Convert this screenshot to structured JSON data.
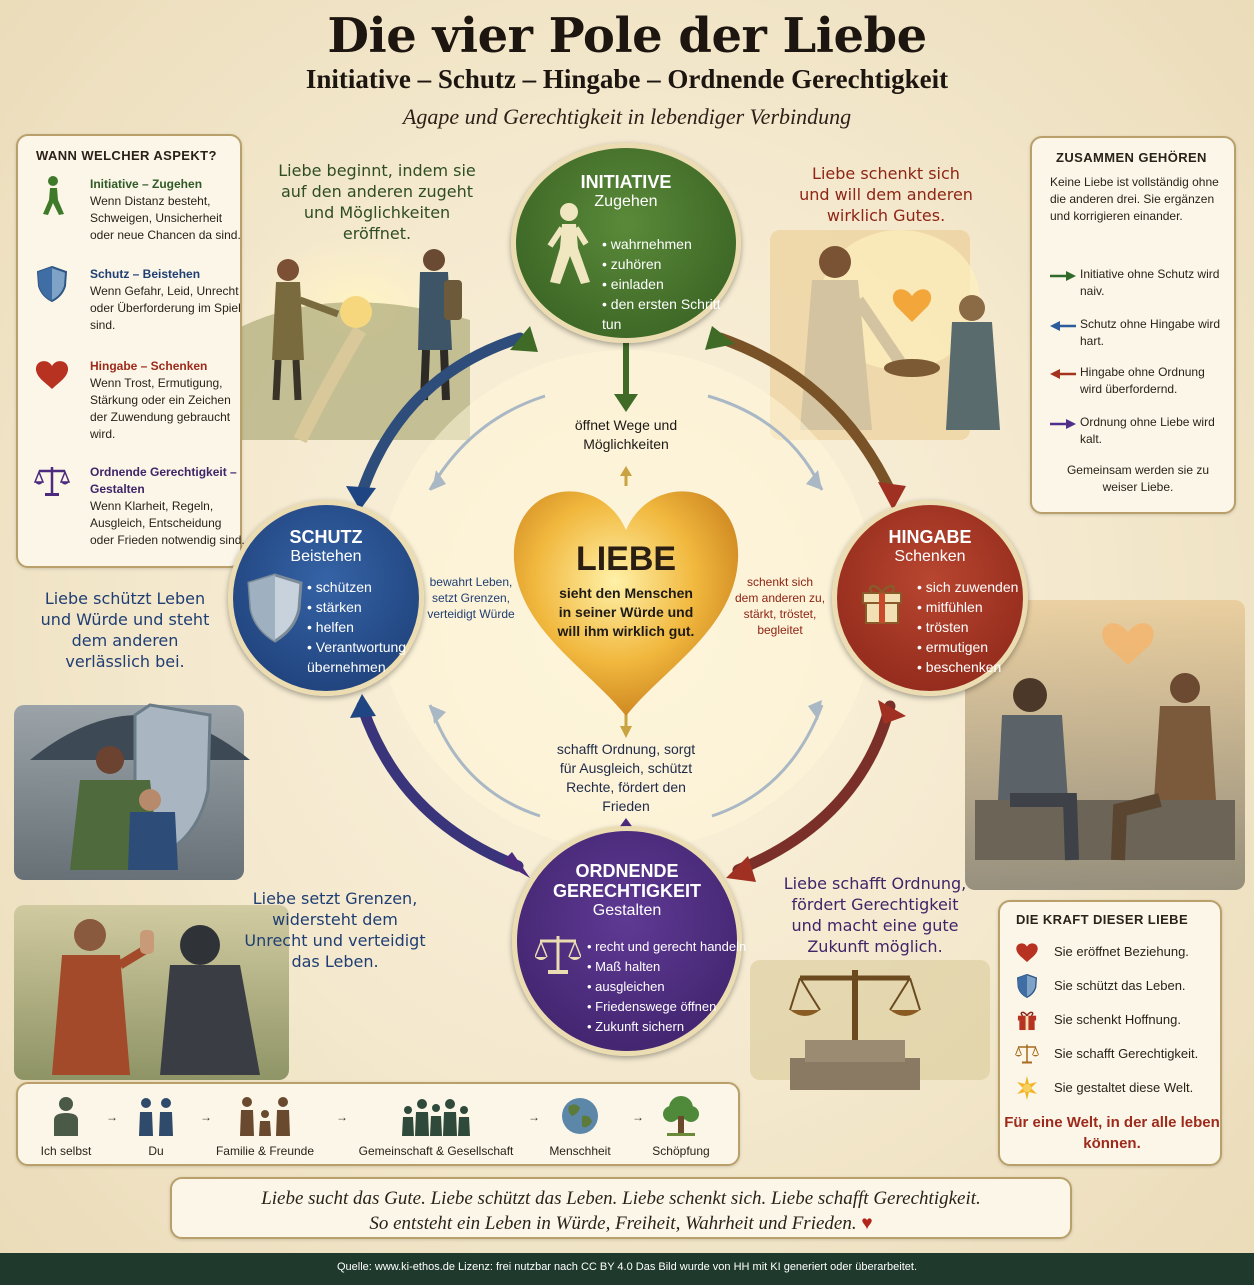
{
  "header": {
    "title": "Die vier Pole der Liebe",
    "subtitle": "Initiative – Schutz – Hingabe – Ordnende Gerechtigkeit",
    "tagline": "Agape und Gerechtigkeit in lebendiger Verbindung"
  },
  "left_panel": {
    "title": "WANN WELCHER ASPEKT?",
    "items": [
      {
        "icon": "walking-person-icon",
        "head": "Initiative – Zugehen",
        "text": "Wenn Distanz besteht, Schweigen, Unsicherheit oder neue Chancen da sind.",
        "color": "#2f5a25"
      },
      {
        "icon": "shield-icon",
        "head": "Schutz – Beistehen",
        "text": "Wenn Gefahr, Leid, Unrecht oder Überforderung im Spiel sind.",
        "color": "#1f3e73"
      },
      {
        "icon": "heart-icon",
        "head": "Hingabe – Schenken",
        "text": "Wenn Trost, Ermutigung, Stärkung oder ein Zeichen der Zuwendung gebraucht wird.",
        "color": "#9d2a1a"
      },
      {
        "icon": "scales-icon",
        "head": "Ordnende Gerechtigkeit – Gestalten",
        "text": "Wenn Klarheit, Regeln, Ausgleich, Entscheidung oder Frieden notwendig sind.",
        "color": "#3f2468"
      }
    ]
  },
  "right_panel": {
    "title": "ZUSAMMEN GEHÖREN",
    "intro": "Keine Liebe ist vollständig ohne die anderen drei. Sie ergänzen und korrigieren einander.",
    "rules": [
      {
        "text": "Initiative ohne Schutz wird naiv.",
        "color": "#2f6a2a"
      },
      {
        "text": "Schutz ohne Hingabe wird hart.",
        "color": "#2b5b9a"
      },
      {
        "text": "Hingabe ohne Ordnung wird überfordernd.",
        "color": "#a3321f"
      },
      {
        "text": "Ordnung ohne Liebe wird kalt.",
        "color": "#4f2f8a"
      }
    ],
    "closing": "Gemeinsam werden sie zu weiser Liebe."
  },
  "scenes": {
    "initiative_caption": "Liebe beginnt, indem sie auf den anderen zugeht und Möglichkeiten eröffnet.",
    "hingabe_caption": "Liebe schenkt sich und will dem anderen wirklich Gutes.",
    "schutz_caption": "Liebe schützt Leben und Würde und steht dem anderen verlässlich bei.",
    "grenzen_caption": "Liebe setzt Grenzen, widersteht dem Unrecht und verteidigt das Leben.",
    "ordnung_caption": "Liebe schafft Ordnung, fördert Gerechtigkeit und macht eine gute Zukunft möglich."
  },
  "nodes": {
    "initiative": {
      "name": "INITIATIVE",
      "sub": "Zugehen",
      "items": [
        "wahrnehmen",
        "zuhören",
        "einladen",
        "den ersten Schritt tun"
      ],
      "color": "#3f6b27"
    },
    "schutz": {
      "name": "SCHUTZ",
      "sub": "Beistehen",
      "items": [
        "schützen",
        "stärken",
        "helfen",
        "Verantwortung übernehmen"
      ],
      "color": "#1f4583"
    },
    "hingabe": {
      "name": "HINGABE",
      "sub": "Schenken",
      "items": [
        "sich zuwenden",
        "mitfühlen",
        "trösten",
        "ermutigen",
        "beschenken"
      ],
      "color": "#a03021"
    },
    "ordnung": {
      "name": "ORDNENDE GERECHTIGKEIT",
      "name_line1": "ORDNENDE",
      "name_line2": "GERECHTIGKEIT",
      "sub": "Gestalten",
      "items": [
        "recht und gerecht handeln",
        "Maß halten",
        "ausgleichen",
        "Friedenswege öffnen",
        "Zukunft sichern"
      ],
      "color": "#4c2a7e"
    }
  },
  "center": {
    "title": "LIEBE",
    "text": "sieht den Menschen in seiner Würde und will ihm wirklich gut.",
    "top_label": "öffnet Wege und Möglichkeiten",
    "left_label": "bewahrt Leben, setzt Grenzen, verteidigt Würde",
    "right_label": "schenkt sich dem anderen zu, stärkt, tröstet, begleitet",
    "bottom_label": "schafft Ordnung, sorgt für Ausgleich, schützt Rechte, fördert den Frieden"
  },
  "kraft_panel": {
    "title": "DIE KRAFT DIESER LIEBE",
    "items": [
      {
        "icon": "heart-icon",
        "text": "Sie eröffnet Beziehung."
      },
      {
        "icon": "shield-icon",
        "text": "Sie schützt das Leben."
      },
      {
        "icon": "gift-icon",
        "text": "Sie schenkt Hoffnung."
      },
      {
        "icon": "scales-icon",
        "text": "Sie schafft Gerechtigkeit."
      },
      {
        "icon": "sun-icon",
        "text": "Sie gestaltet diese Welt."
      }
    ],
    "closing": "Für eine Welt, in der alle leben können."
  },
  "ring": {
    "items": [
      "Ich selbst",
      "Du",
      "Familie & Freunde",
      "Gemeinschaft & Gesellschaft",
      "Menschheit",
      "Schöpfung"
    ]
  },
  "motto": {
    "line1": "Liebe sucht das Gute.  Liebe schützt das Leben.  Liebe schenkt sich.  Liebe schafft Gerechtigkeit.",
    "line2": "So entsteht ein Leben in Würde, Freiheit, Wahrheit und Frieden."
  },
  "footer": {
    "text": "Quelle: www.ki-ethos.de Lizenz: frei nutzbar nach CC BY 4.0 Das Bild wurde von HH mit KI generiert oder überarbeitet."
  },
  "colors": {
    "green": "#3f6b27",
    "blue": "#1f4583",
    "red": "#a03021",
    "purple": "#4c2a7e",
    "gold": "#e0a42a",
    "footer": "#1f3a2c"
  }
}
